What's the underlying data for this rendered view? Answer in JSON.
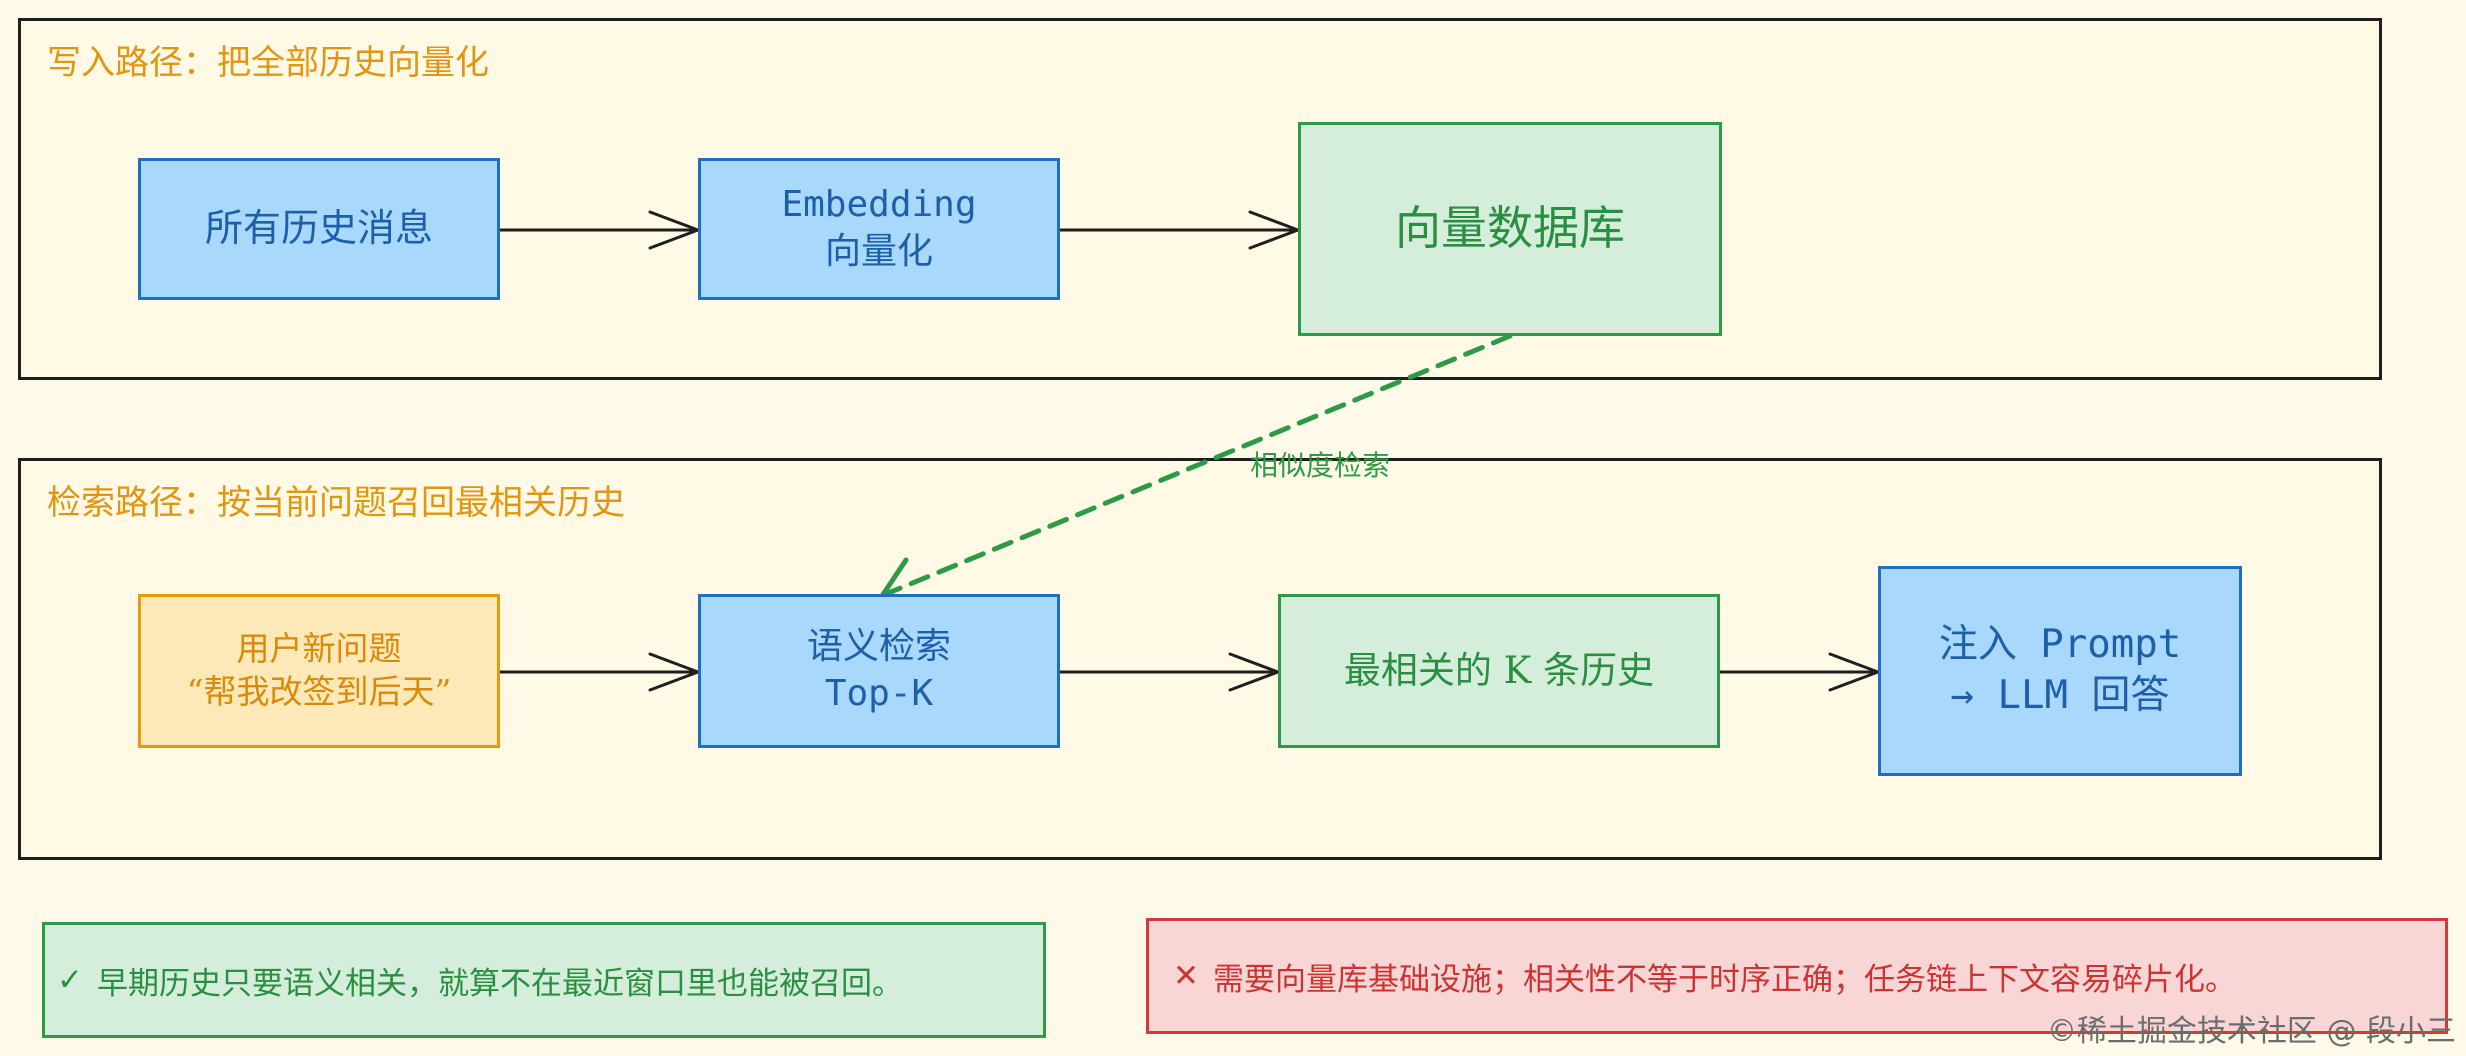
{
  "groups": {
    "write": {
      "title": "写入路径：把全部历史向量化"
    },
    "retrieve": {
      "title": "检索路径：按当前问题召回最相关历史"
    }
  },
  "nodes": {
    "all_history": {
      "line1": "所有历史消息"
    },
    "embedding": {
      "line1": "Embedding",
      "line2": "向量化"
    },
    "vector_db": {
      "line1": "向量数据库"
    },
    "user_question": {
      "line1": "用户新问题",
      "line2": "“帮我改签到后天”"
    },
    "semantic_search": {
      "line1": "语义检索",
      "line2": "Top-K"
    },
    "top_k_history": {
      "line1": "最相关的 K 条历史"
    },
    "inject_prompt": {
      "line1": "注入 Prompt",
      "line2": "→ LLM 回答"
    }
  },
  "edges": {
    "similarity_label": "相似度检索"
  },
  "notes": {
    "pro": {
      "mark": "✓",
      "text": "早期历史只要语义相关，就算不在最近窗口里也能被召回。"
    },
    "con": {
      "mark": "✕",
      "text": "需要向量库基础设施；相关性不等于时序正确；任务链上下文容易碎片化。"
    }
  },
  "watermark": "©稀土掘金技术社区 @ 段小三",
  "colors": {
    "background": "#fef9e8",
    "blue_fill": "#a8d8fb",
    "blue_stroke": "#1e6fc1",
    "green_fill": "#d4eedb",
    "green_stroke": "#2d9a48",
    "orange_fill": "#fde8b7",
    "orange_stroke": "#e99a0c",
    "red_fill": "#f9d6d6",
    "red_stroke": "#d33a3a",
    "title_orange": "#e0960e"
  }
}
